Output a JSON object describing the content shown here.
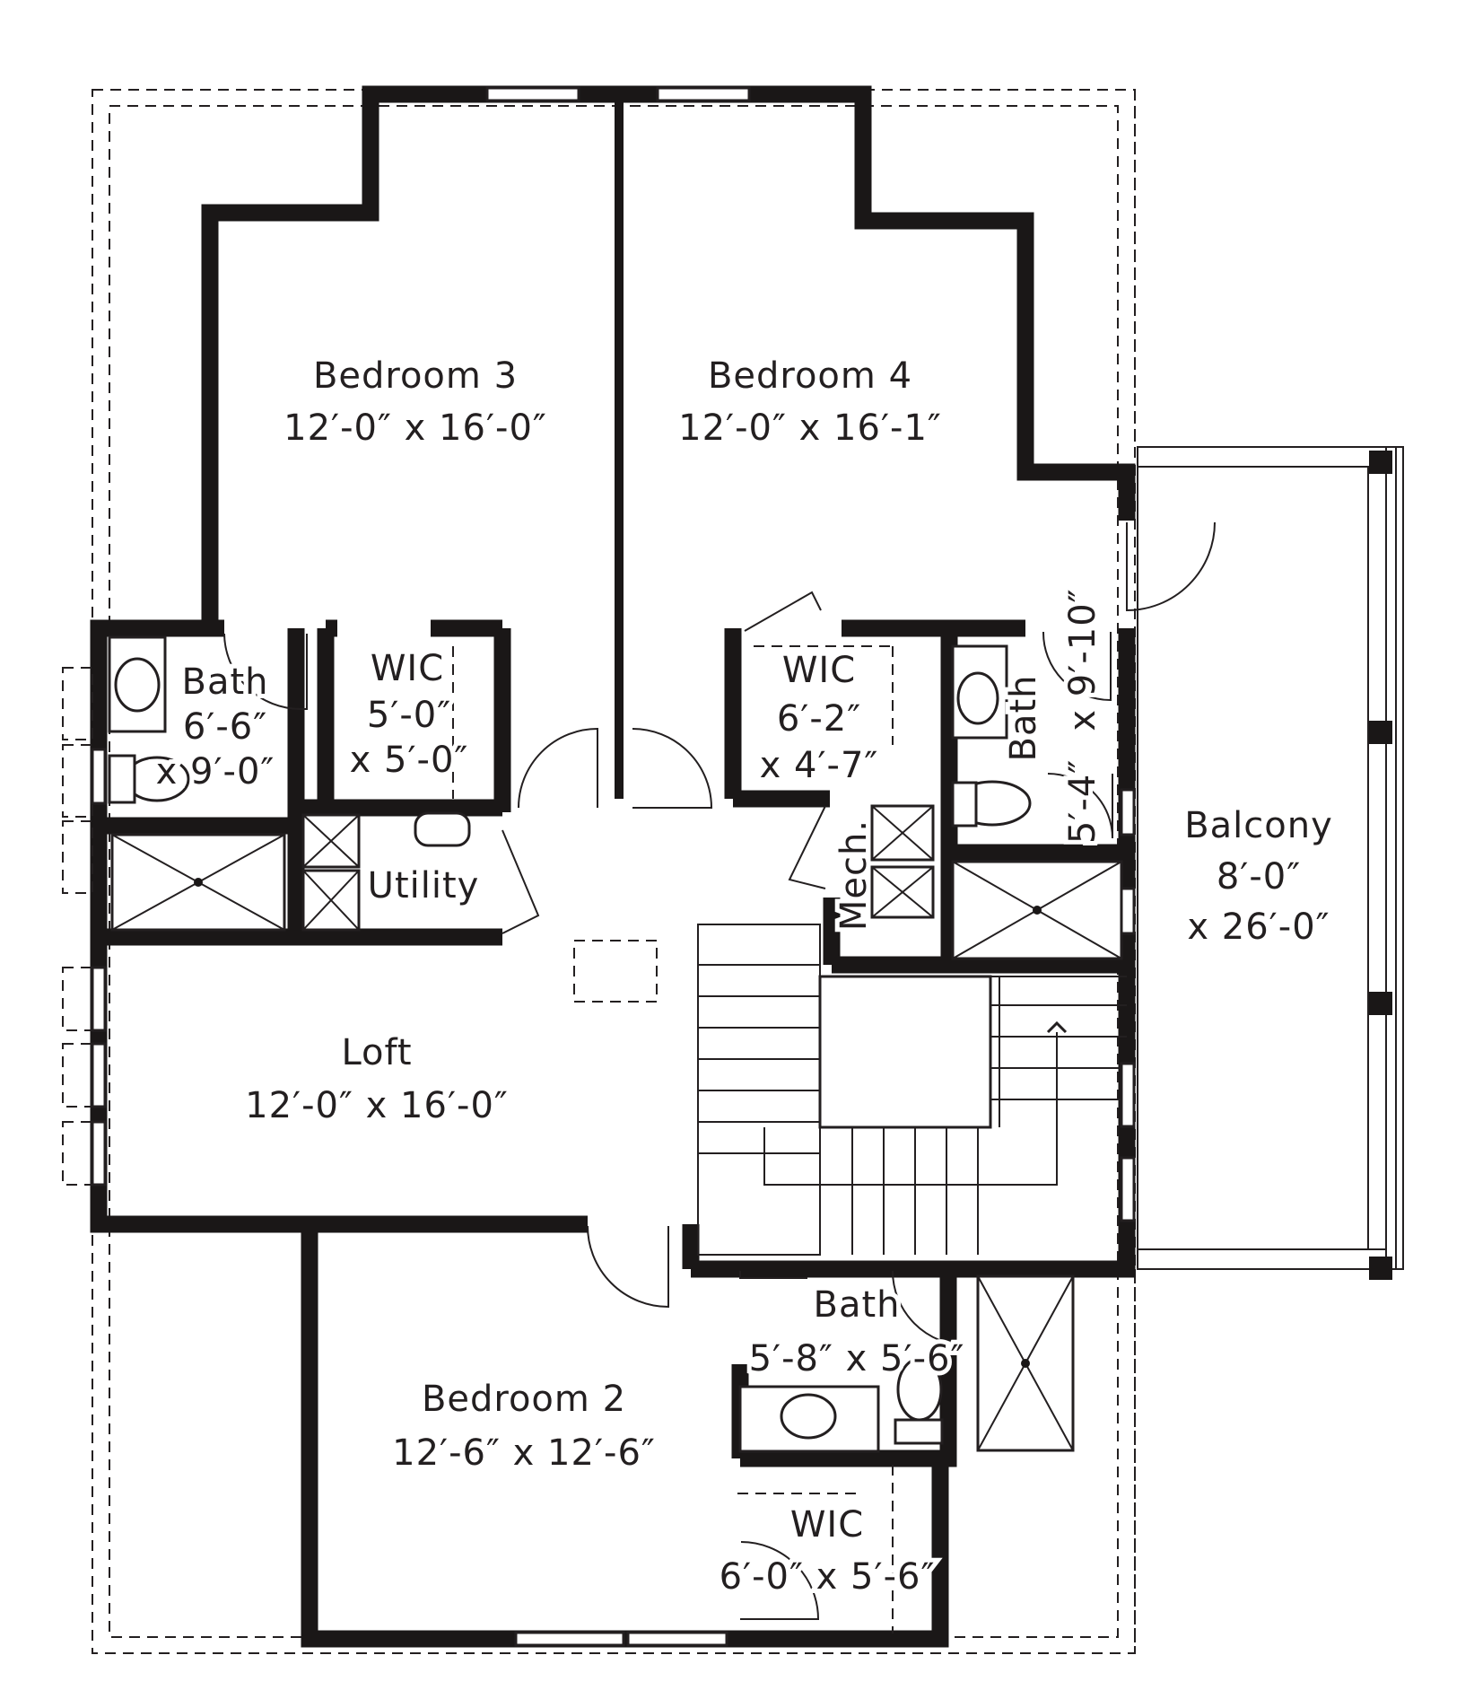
{
  "rooms": {
    "bedroom3": {
      "name": "Bedroom 3",
      "size": "12′-0″ x 16′-0″"
    },
    "bedroom4": {
      "name": "Bedroom 4",
      "size": "12′-0″ x 16′-1″"
    },
    "bath_upper_left": {
      "name": "Bath",
      "width": "6′-6″",
      "depth": "x 9′-0″"
    },
    "wic_upper_left": {
      "name": "WIC",
      "width": "5′-0″",
      "depth": "x 5′-0″"
    },
    "utility": {
      "name": "Utility"
    },
    "wic_upper_right": {
      "name": "WIC",
      "width": "6′-2″",
      "depth": "x 4′-7″"
    },
    "bath_upper_right": {
      "name": "Bath",
      "dim_a": "5′-4″",
      "dim_b": "x 9′-10″"
    },
    "mech": {
      "name": "Mech."
    },
    "balcony": {
      "name": "Balcony",
      "width": "8′-0″",
      "depth": "x 26′-0″"
    },
    "loft": {
      "name": "Loft",
      "size": "12′-0″ x 16′-0″"
    },
    "bedroom2": {
      "name": "Bedroom 2",
      "size": "12′-6″ x 12′-6″"
    },
    "bath_lower": {
      "name": "Bath",
      "size": "5′-8″ x 5′-6″"
    },
    "wic_lower": {
      "name": "WIC",
      "size": "6′-0″ x 5′-6″"
    }
  },
  "colors": {
    "wall": "#1a1717",
    "line": "#231f20",
    "background": "#ffffff"
  }
}
